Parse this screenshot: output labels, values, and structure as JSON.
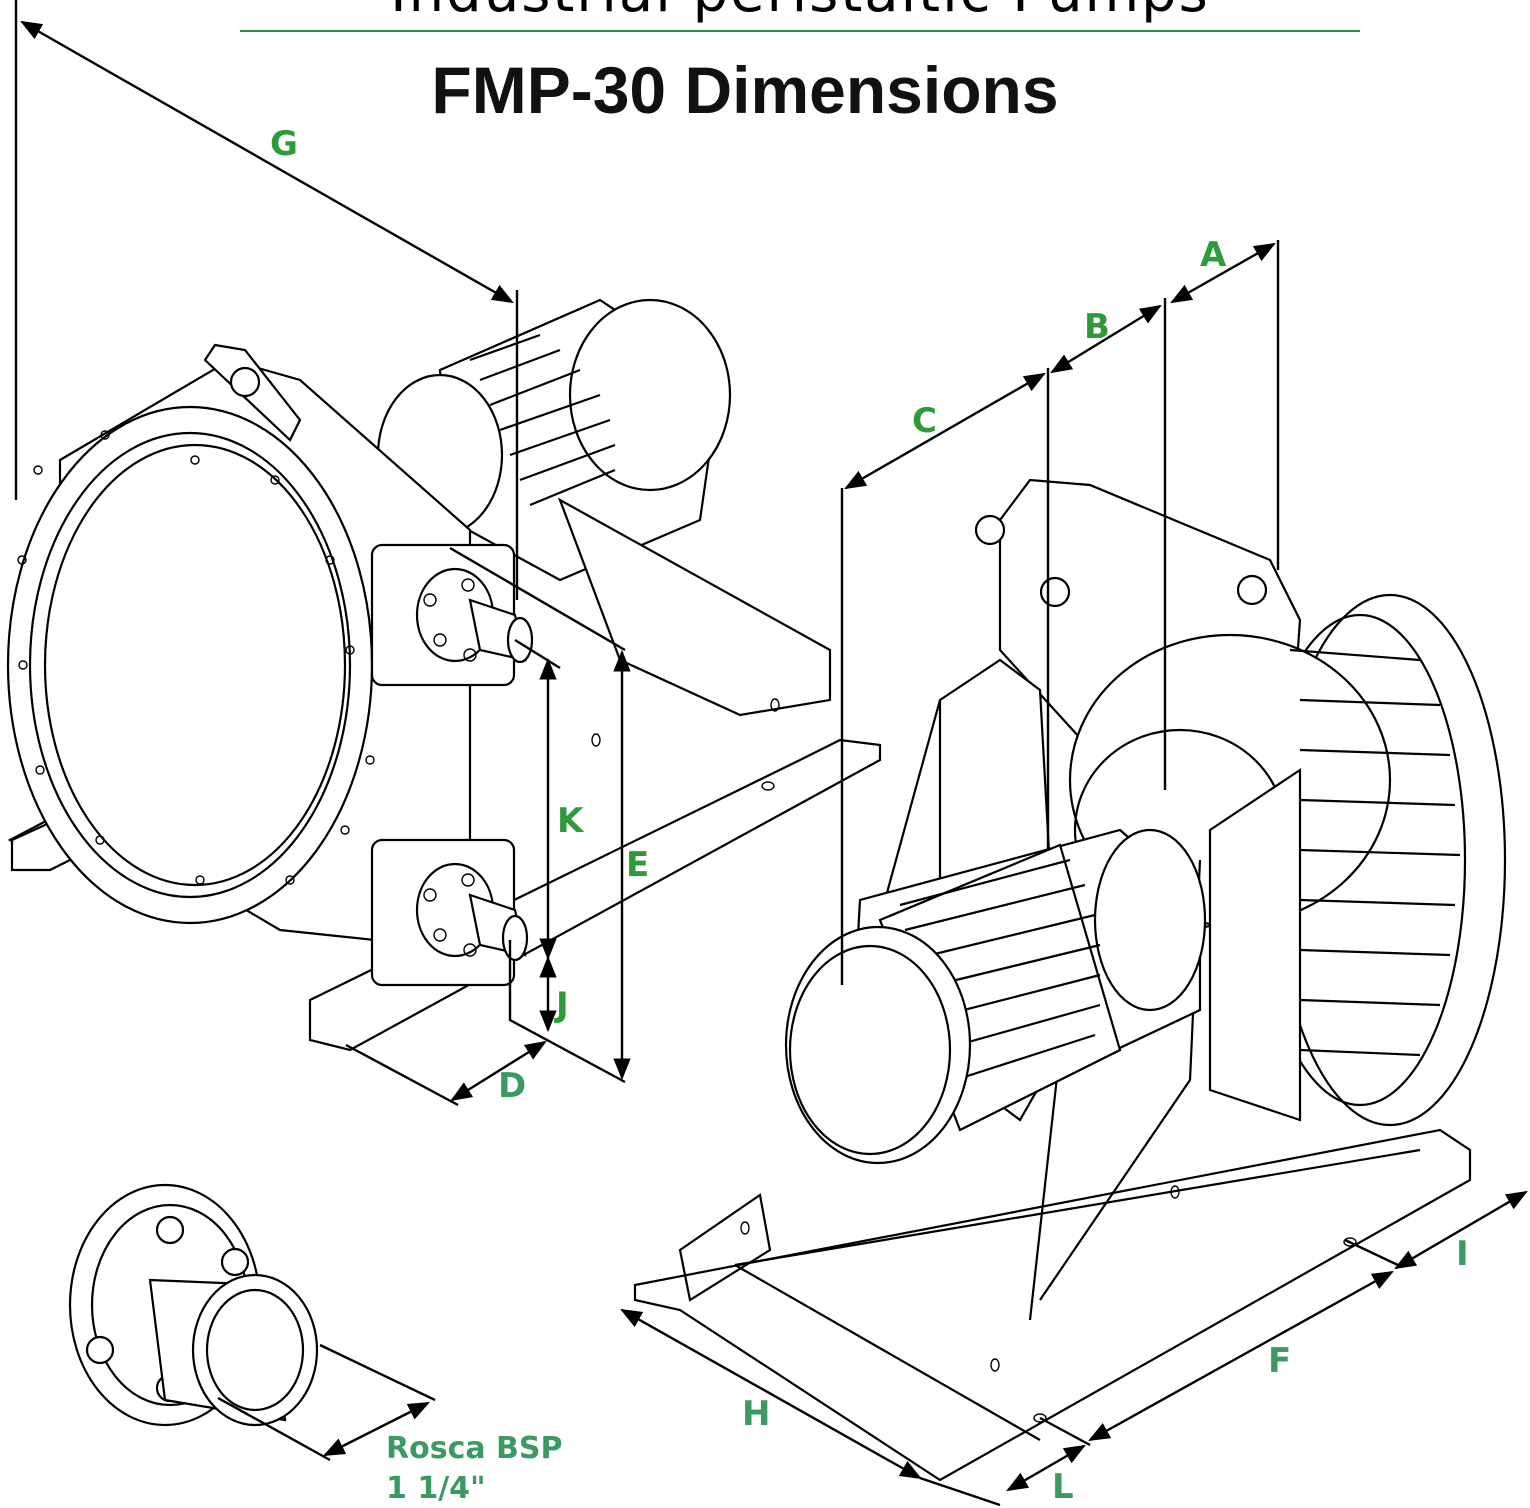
{
  "header": {
    "series_title": "Industrial peristaltic Pumps",
    "title": "FMP-30  Dimensions"
  },
  "dimension_labels": {
    "A": "A",
    "B": "B",
    "C": "C",
    "D": "D",
    "E": "E",
    "F": "F",
    "G": "G",
    "H": "H",
    "I": "I",
    "J": "J",
    "K": "K",
    "L": "L"
  },
  "thread_callout": {
    "line1": "Rosca BSP",
    "line2": "1 1/4\""
  },
  "colors": {
    "label_green": "#2e9a3a",
    "rule_green": "#2e8a46",
    "ink": "#000000"
  }
}
